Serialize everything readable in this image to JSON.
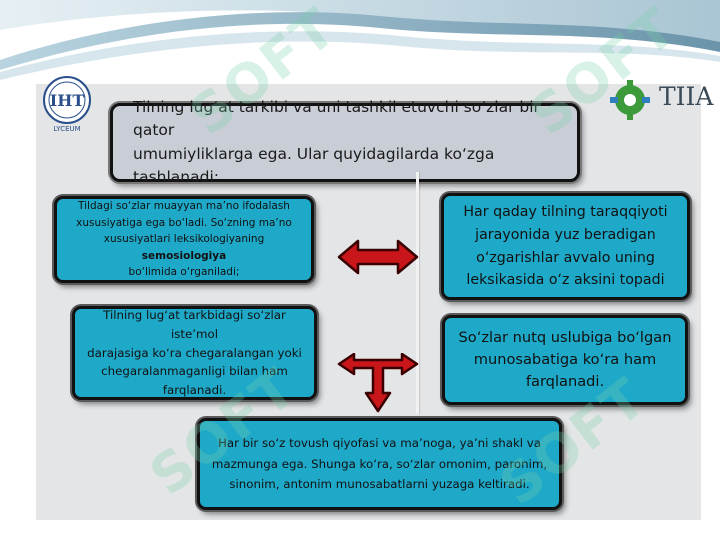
{
  "logos": {
    "left": {
      "name": "IHT",
      "subtext": "LYCEUM"
    },
    "right": {
      "name": "TIIA"
    }
  },
  "watermark": {
    "text": "SOFT"
  },
  "slide": {
    "title_lines": [
      "Tilning lug‘at tarkibi va uni tashkil etuvchi so‘zlar bir qator",
      "umumiyliklarga ega. Ular quyidagilarda ko‘zga tashlanadi:"
    ],
    "box1": {
      "lines": [
        "Tildagi so‘zlar muayyan ma’no ifodalash",
        "xususiyatiga ega bo‘ladi. So‘zning ma’no",
        "xususiyatlari leksikologiyaning "
      ],
      "bold": "semosiologiya",
      "line4": "bo‘limida o‘rganiladi;"
    },
    "box2": {
      "lines": [
        "Har qaday tilning taraqqiyoti",
        "jarayonida yuz beradigan",
        "o‘zgarishlar avvalo uning",
        "leksikasida o‘z aksini topadi"
      ]
    },
    "box3": {
      "lines": [
        "Tilning lug‘at tarkbidagi so‘zlar iste’mol",
        "darajasiga ko‘ra chegaralangan yoki",
        "chegaralanmaganligi bilan ham",
        "farqlanadi."
      ]
    },
    "box4": {
      "lines": [
        "So‘zlar nutq uslubiga bo‘lgan",
        "munosabatiga ko‘ra ham",
        "farqlanadi."
      ]
    },
    "box5": {
      "lines": [
        "Har bir so‘z tovush qiyofasi va ma’noga, ya’ni shakl va",
        "mazmunga ega. Shunga ko‘ra, so‘zlar omonim, paronim,",
        "sinonim, antonim munosabatlarni yuzaga keltiradi."
      ]
    }
  },
  "colors": {
    "box_fill": "#1fa9c9",
    "title_fill": "#c9cdd6",
    "arrow": "#c8161b",
    "panel": "#e3e5e7"
  },
  "icons": {
    "double_arrow": "double-headed-arrow-icon",
    "t_arrow": "t-shaped-arrow-icon"
  }
}
